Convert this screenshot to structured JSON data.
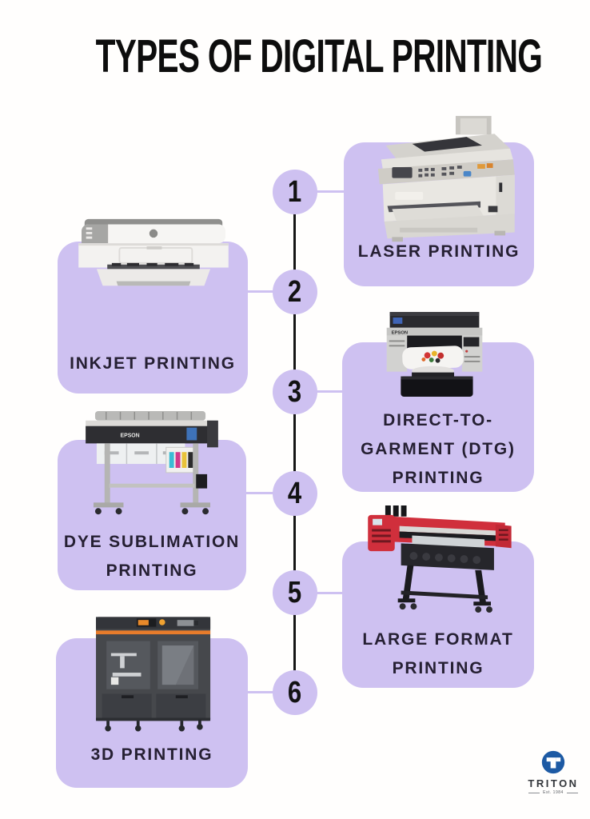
{
  "title": "TYPES OF DIGITAL PRINTING",
  "items": [
    {
      "number": "1",
      "side": "right",
      "image": "laser-printer-photo",
      "label_lines": [
        "LASER PRINTING"
      ]
    },
    {
      "number": "2",
      "side": "left",
      "image": "inkjet-printer-photo",
      "label_lines": [
        "INKJET PRINTING"
      ]
    },
    {
      "number": "3",
      "side": "right",
      "image": "dtg-printer-photo",
      "brand_text": "EPSON",
      "label_lines": [
        "DIRECT-TO-",
        "GARMENT (DTG)",
        "PRINTING"
      ]
    },
    {
      "number": "4",
      "side": "left",
      "image": "dye-sublimation-printer-photo",
      "brand_text": "EPSON",
      "label_lines": [
        "DYE SUBLIMATION",
        "PRINTING"
      ]
    },
    {
      "number": "5",
      "side": "right",
      "image": "large-format-printer-photo",
      "label_lines": [
        "LARGE FORMAT",
        "PRINTING"
      ]
    },
    {
      "number": "6",
      "side": "left",
      "image": "3d-printer-photo",
      "label_lines": [
        "3D PRINTING"
      ]
    }
  ],
  "logo": {
    "brand": "TRITON",
    "tagline": "Est. 1984",
    "icon": "triton-t-icon"
  },
  "colors": {
    "background": "#fffefd",
    "card_lavender": "#cec1f1",
    "timeline_black": "#161616",
    "label_dark": "#262033",
    "logo_blue": "#1d5aa4",
    "printer_red": "#d02f3c",
    "printer_orange": "#e87c2b"
  }
}
